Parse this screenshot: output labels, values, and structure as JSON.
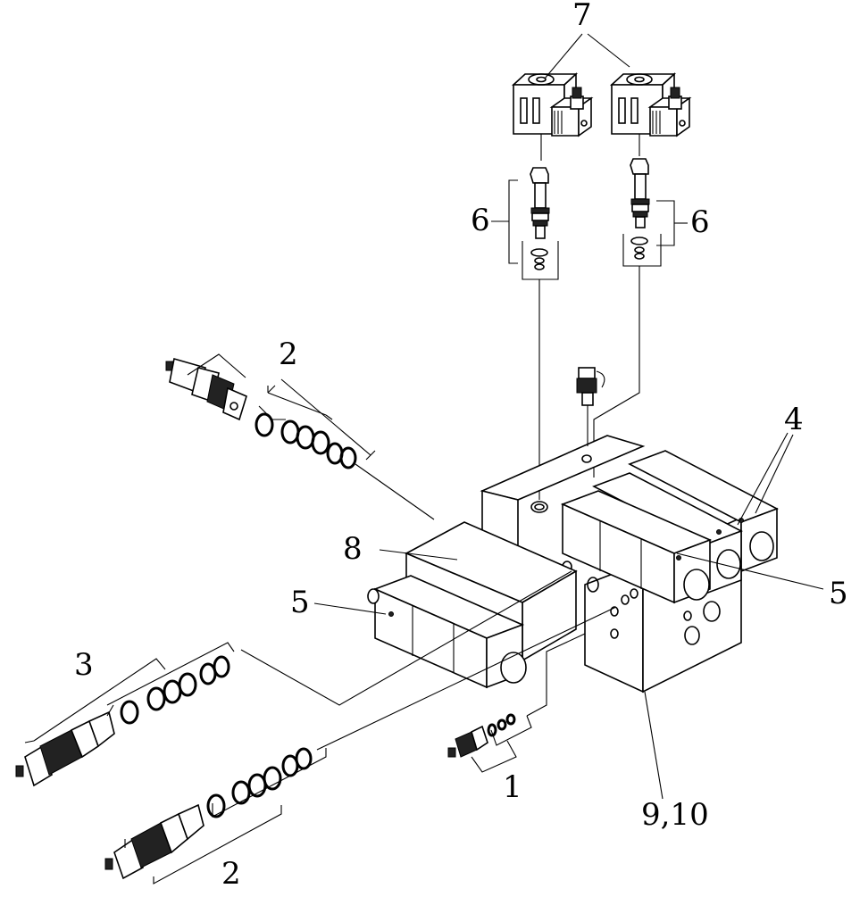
{
  "diagram": {
    "callouts": {
      "solenoid_coils": "7",
      "cartridge_left_6": "6",
      "cartridge_right_6": "6",
      "relief_valve_top_2": "2",
      "blocks_4": "4",
      "block_8": "8",
      "block_left_5": "5",
      "block_right_5": "5",
      "valve_3": "3",
      "valve_1": "1",
      "valve_bottom_2": "2",
      "manifold_9_10": "9,10"
    }
  }
}
